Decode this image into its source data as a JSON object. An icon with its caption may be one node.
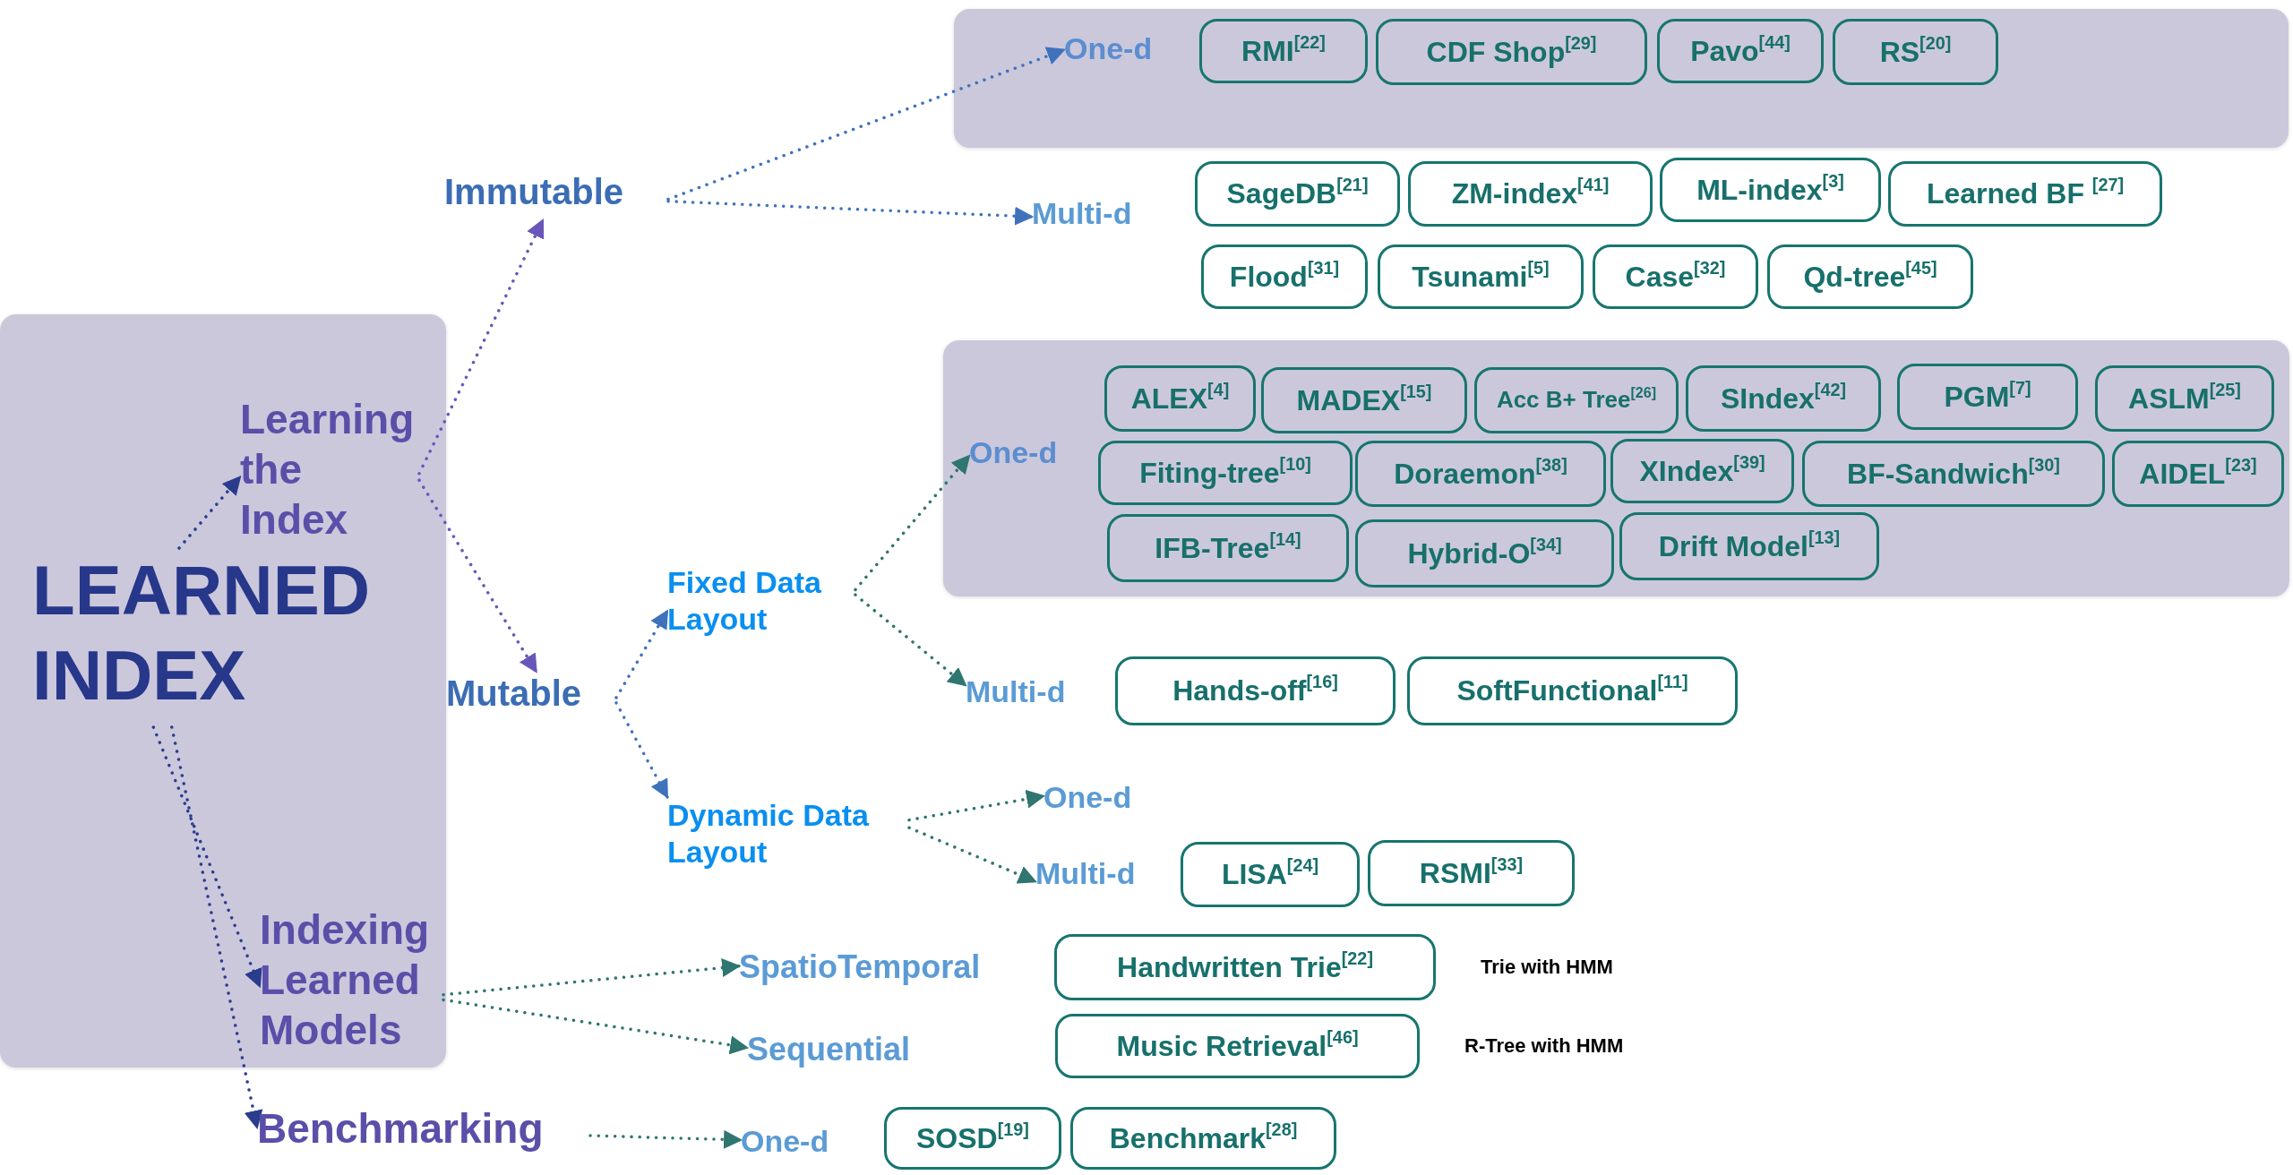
{
  "diagram": {
    "nodes": [
      {
        "text": [],
        "shape": "box"
      },
      {
        "text": [
          "LEARNED INDEX"
        ],
        "in": 0
      },
      {
        "text": [
          "Learning the Index"
        ],
        "in": 0
      },
      {
        "text": [
          "Indexing Learned Models"
        ],
        "in": 0
      },
      {
        "text": [
          "Benchmarking"
        ]
      },
      {
        "text": [
          "Immutable"
        ]
      },
      {
        "text": [
          "Mutable"
        ]
      },
      {
        "text": [],
        "shape": "box"
      },
      {
        "text": [
          "One-d"
        ],
        "in": 7
      },
      {
        "text": [
          "RMI$^{[22]}$"
        ],
        "in": 7
      },
      {
        "text": [
          "CDF Shop$^{[29]}$"
        ],
        "in": 7
      },
      {
        "text": [
          "Pavo$^{[44]}$"
        ],
        "in": 7
      },
      {
        "text": [
          "RS$^{[20]}$"
        ],
        "in": 7
      },
      {
        "text": [
          "Multi-d"
        ]
      },
      {
        "text": [
          "SageDB$^{[21]}$"
        ]
      },
      {
        "text": [
          "ZM-index$^{[41]}$"
        ]
      },
      {
        "text": [
          "ML-index$^{[3]}$"
        ]
      },
      {
        "text": [
          "Learned BF $^{[27]}$"
        ]
      },
      {
        "text": [
          "Flood$^{[31]}$"
        ]
      },
      {
        "text": [
          "Tsunami$^{[5]}$"
        ]
      },
      {
        "text": [
          "Case$^{[32]}$"
        ]
      },
      {
        "text": [
          "Qd-tree$^{[45]}$"
        ]
      },
      {
        "text": [
          "Fixed Data Layout"
        ]
      },
      {
        "text": [],
        "shape": "box"
      },
      {
        "text": [
          "One-d"
        ],
        "in": 23
      },
      {
        "text": [
          "ALEX$^{[4]}$"
        ],
        "in": 23
      },
      {
        "text": [
          "MADEX$^{[15]}$"
        ],
        "in": 23
      },
      {
        "text": [
          "Acc B+ Tree$^{[26]}$"
        ],
        "in": 23
      },
      {
        "text": [
          "SIndex$^{[42]}$"
        ],
        "in": 23
      },
      {
        "text": [
          "PGM$^{[7]}$"
        ],
        "in": 23
      },
      {
        "text": [
          "ASLM$^{[25]}$"
        ],
        "in": 23
      },
      {
        "text": [
          "Fiting-tree$^{[10]}$"
        ],
        "in": 23
      },
      {
        "text": [
          "Doraemon$^{[38]}$"
        ],
        "in": 23
      },
      {
        "text": [
          "XIndex$^{[39]}$"
        ],
        "in": 23
      },
      {
        "text": [
          "BF-Sandwich$^{[30]}$"
        ],
        "in": 23
      },
      {
        "text": [
          "AIDEL$^{[23]}$"
        ],
        "in": 23
      },
      {
        "text": [
          "IFB-Tree$^{[14]}$"
        ],
        "in": 23
      },
      {
        "text": [
          "Hybrid-O$^{[34]}$"
        ],
        "in": 23
      },
      {
        "text": [
          "Drift Model$^{[13]}$"
        ],
        "in": 23
      },
      {
        "text": [
          "Multi-d"
        ]
      },
      {
        "text": [
          "Hands-off$^{[16]}$"
        ]
      },
      {
        "text": [
          "SoftFunctional$^{[11]}$"
        ]
      },
      {
        "text": [
          "Dynamic Data Layout"
        ]
      },
      {
        "text": [
          "One-d"
        ]
      },
      {
        "text": [
          "Multi-d"
        ]
      },
      {
        "text": [
          "LISA$^{[24]}$"
        ]
      },
      {
        "text": [
          "RSMI$^{[33]}$"
        ]
      },
      {
        "text": [
          "SpatioTemporal"
        ]
      },
      {
        "text": [
          "Handwritten Trie$^{[22]}$"
        ],
        "beside": [
          "Trie with HMM"
        ]
      },
      {
        "text": [
          "Sequential"
        ]
      },
      {
        "text": [
          "Music Retrieval$^{[46]}$"
        ],
        "beside": [
          "R-Tree with HMM"
        ]
      },
      {
        "text": [
          "One-d"
        ]
      },
      {
        "text": [
          "SOSD$^{[19]}$"
        ]
      },
      {
        "text": [
          "Benchmark$^{[28]}$"
        ]
      }
    ],
    "edges": [
      {
        "from": 1,
        "to": 2,
        "arrow": "to",
        "color": "#2a3c8e"
      },
      {
        "from": 1,
        "to": 3,
        "arrow": "to",
        "color": "#2a3c8e"
      },
      {
        "from": 1,
        "to": 4,
        "arrow": "to",
        "color": "#2a3c8e"
      },
      {
        "from": 2,
        "to": 5,
        "arrow": "to",
        "color": "#6a56b8"
      },
      {
        "from": 2,
        "to": 6,
        "arrow": "to",
        "color": "#6a56b8"
      },
      {
        "from": 5,
        "to": 8,
        "arrow": "to",
        "color": "#3f72bb"
      },
      {
        "from": 5,
        "to": 13,
        "arrow": "to",
        "color": "#3f72bb"
      },
      {
        "from": 6,
        "to": 22,
        "arrow": "to",
        "color": "#3f72bb"
      },
      {
        "from": 6,
        "to": 42,
        "arrow": "to",
        "color": "#3f72bb"
      },
      {
        "from": 22,
        "to": 24,
        "arrow": "to"
      },
      {
        "from": 22,
        "to": 39,
        "arrow": "to"
      },
      {
        "from": 42,
        "to": 43,
        "arrow": "to"
      },
      {
        "from": 42,
        "to": 44,
        "arrow": "to"
      },
      {
        "from": 3,
        "to": 47,
        "arrow": "to"
      },
      {
        "from": 3,
        "to": 49,
        "arrow": "to"
      },
      {
        "from": 4,
        "to": 51,
        "arrow": "to"
      }
    ]
  }
}
